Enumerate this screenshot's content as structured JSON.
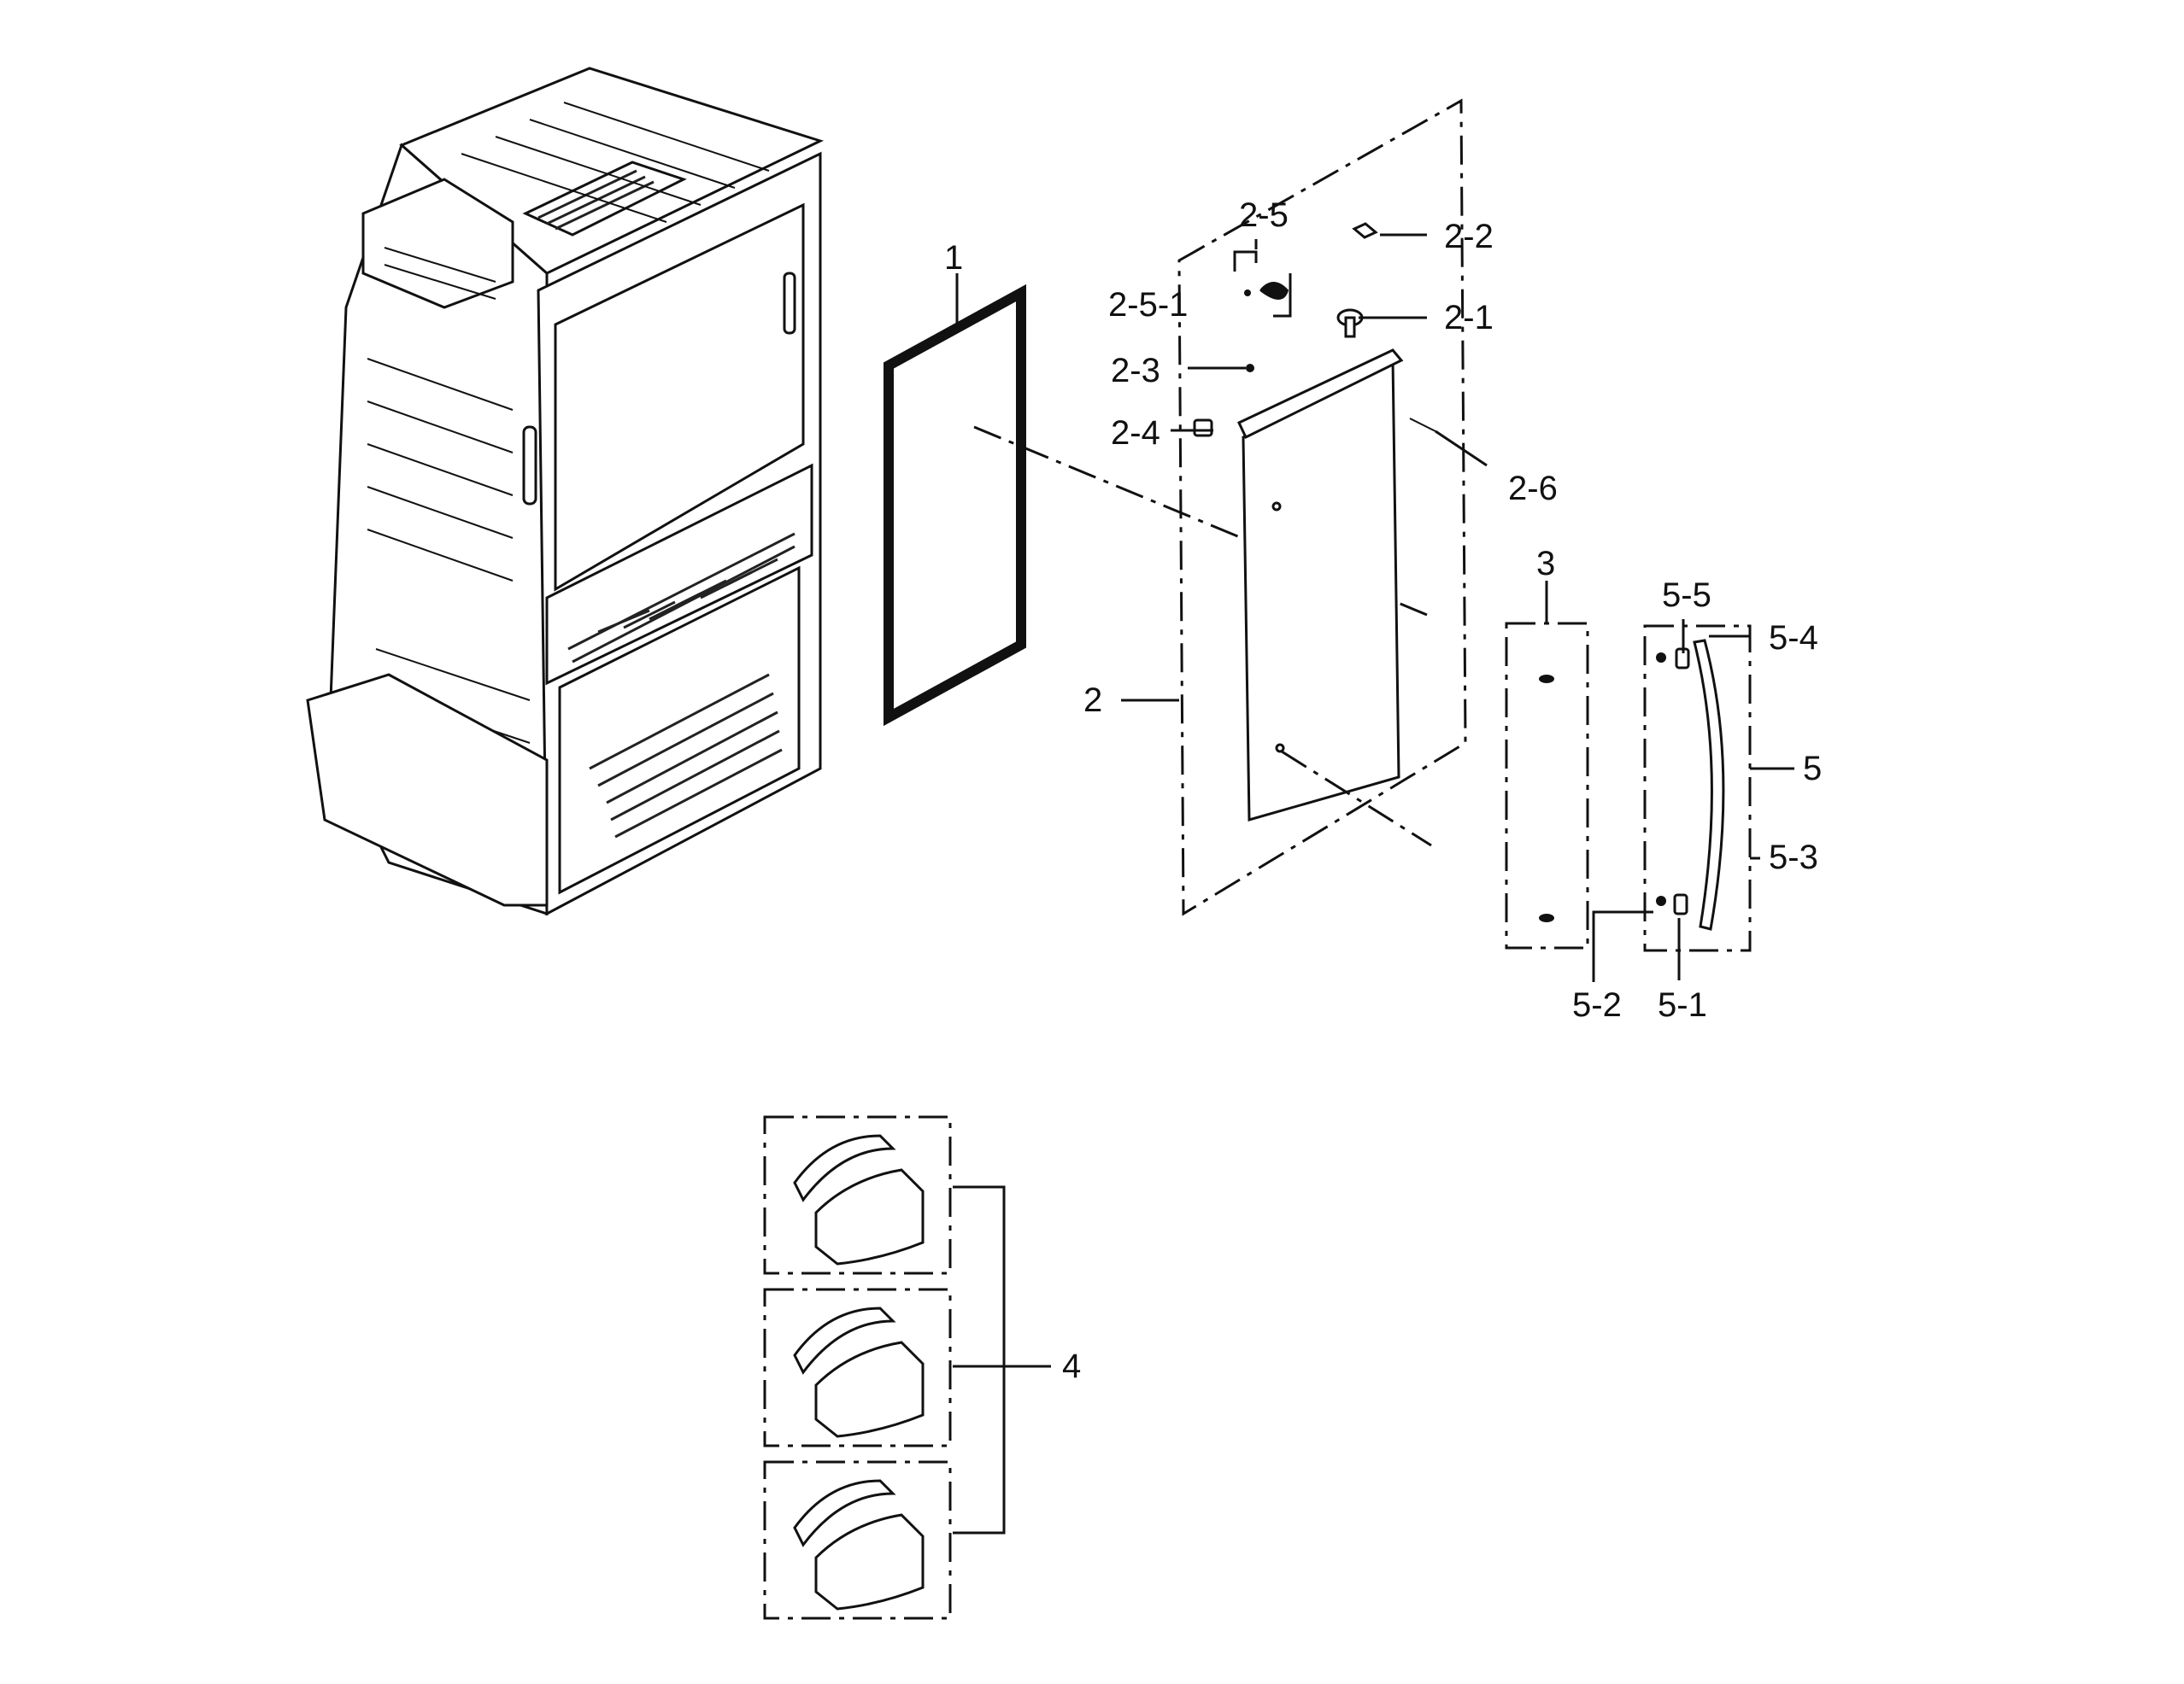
{
  "diagram": {
    "callouts": {
      "c1": "1",
      "c2": "2",
      "c2_1": "2-1",
      "c2_2": "2-2",
      "c2_3": "2-3",
      "c2_4": "2-4",
      "c2_5": "2-5",
      "c2_5_1": "2-5-1",
      "c2_6": "2-6",
      "c3": "3",
      "c4": "4",
      "c5": "5",
      "c5_1": "5-1",
      "c5_2": "5-2",
      "c5_3": "5-3",
      "c5_4": "5-4",
      "c5_5": "5-5"
    }
  }
}
